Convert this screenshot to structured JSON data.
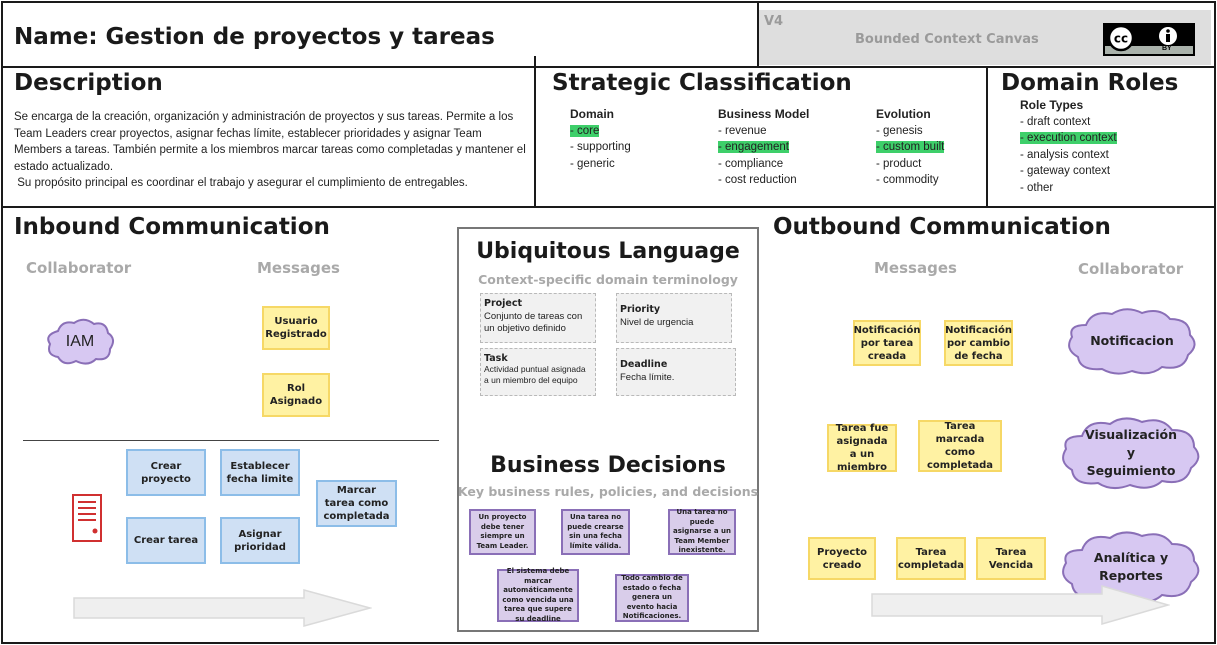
{
  "header": {
    "name": "Name: Gestion de proyectos y tareas",
    "version": "V4",
    "canvas_title": "Bounded Context Canvas",
    "license_icon": "cc-by-icon",
    "license_by": "BY"
  },
  "description": {
    "title": "Description",
    "text": "Se encarga de la creación, organización y administración de proyectos y sus tareas. Permite a los Team Leaders crear proyectos, asignar fechas límite, establecer prioridades y asignar Team Members a tareas. También permite a los miembros marcar tareas como completadas y mantener el estado actualizado.",
    "text2": " Su propósito principal es coordinar el trabajo y asegurar el cumplimiento de entregables."
  },
  "strategic": {
    "title": "Strategic Classification",
    "domain": {
      "label": "Domain",
      "items": [
        "- core",
        "- supporting",
        "- generic"
      ]
    },
    "business_model": {
      "label": "Business Model",
      "items": [
        "- revenue",
        "- engagement",
        "- compliance",
        "- cost reduction"
      ]
    },
    "evolution": {
      "label": "Evolution",
      "items": [
        "- genesis",
        "- custom built",
        "- product",
        "- commodity"
      ]
    }
  },
  "domain_roles": {
    "title": "Domain Roles",
    "label": "Role Types",
    "items": [
      "- draft context",
      "- execution context",
      "- analysis context",
      "- gateway context",
      "- other"
    ]
  },
  "inbound": {
    "title": "Inbound Communication",
    "collaborator_label": "Collaborator",
    "messages_label": "Messages",
    "collaborator": "IAM",
    "messages": [
      "Usuario Registrado",
      "Rol Asignado"
    ],
    "commands": [
      "Crear proyecto",
      "Establecer fecha limite",
      "Marcar tarea como completada",
      "Crear tarea",
      "Asignar prioridad"
    ],
    "server_icon": "server-icon"
  },
  "ubiquitous": {
    "title": "Ubiquitous Language",
    "subtitle": "Context-specific domain terminology",
    "terms": [
      {
        "name": "Project",
        "desc": "Conjunto de tareas con un objetivo definido"
      },
      {
        "name": "Priority",
        "desc": "Nivel de urgencia"
      },
      {
        "name": "Task",
        "desc": "Actividad puntual asignada a un miembro del equipo"
      },
      {
        "name": "Deadline",
        "desc": "Fecha límite."
      }
    ]
  },
  "business_decisions": {
    "title": "Business Decisions",
    "subtitle": "Key business rules, policies, and decisions",
    "rules": [
      "Un proyecto debe tener siempre un Team Leader.",
      "Una tarea no puede crearse sin una fecha límite válida.",
      "Una tarea no puede asignarse a un Team Member inexistente.",
      "El sistema debe marcar automáticamente como vencida una tarea que supere su deadline",
      "Todo cambio de estado o fecha genera un evento hacia Notificaciones."
    ]
  },
  "outbound": {
    "title": "Outbound Communication",
    "messages_label": "Messages",
    "collaborator_label": "Collaborator",
    "messages": [
      "Notificación por tarea creada",
      "Notificación por cambio de fecha",
      "Tarea fue asignada a un miembro",
      "Tarea marcada como completada",
      "Proyecto creado",
      "Tarea completada",
      "Tarea Vencida"
    ],
    "collaborators": [
      "Notificacion",
      "Visualización y Seguimiento",
      "Analítica y Reportes"
    ]
  },
  "colors": {
    "highlight": "#3ecf6a",
    "yellow": "#fff2a3",
    "blue": "#cfe0f4",
    "purple": "#d9cdea",
    "cloud": "#d7c8f2"
  }
}
